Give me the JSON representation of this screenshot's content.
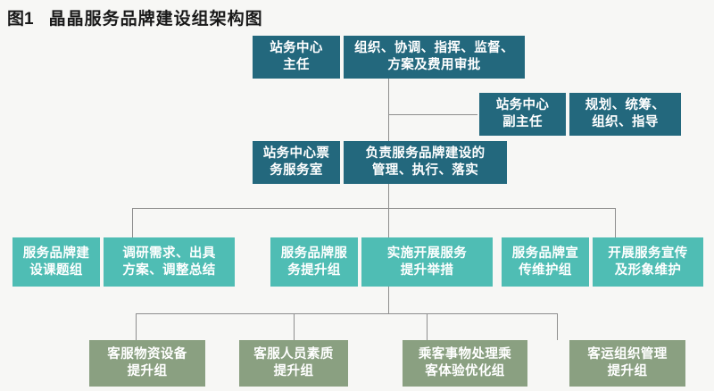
{
  "title": {
    "figure_label": "图1",
    "text": "晶晶服务品牌建设组架构图"
  },
  "colors": {
    "background": "#f7f7f5",
    "level1_dark_teal": "#23687d",
    "level2_light_teal": "#4fbdb4",
    "level3_sage_green": "#8aa081",
    "connector_line": "#8e8e8e",
    "title_text": "#191919",
    "node_text": "#ffffff"
  },
  "chart_data": {
    "type": "org-chart",
    "title": "图1 晶晶服务品牌建设组架构图",
    "levels": [
      {
        "level": 1,
        "color": "#23687d",
        "nodes": [
          {
            "role": "站务中心\n主任",
            "duties": "组织、协调、指挥、监督、\n方案及费用审批"
          }
        ]
      },
      {
        "level": 2,
        "color": "#23687d",
        "nodes": [
          {
            "role": "站务中心\n副主任",
            "duties": "规划、统筹、\n组织、指导"
          }
        ]
      },
      {
        "level": 3,
        "color": "#23687d",
        "nodes": [
          {
            "role": "站务中心票\n务服务室",
            "duties": "负责服务品牌建设的\n管理、执行、落实"
          }
        ]
      },
      {
        "level": 4,
        "color": "#4fbdb4",
        "nodes": [
          {
            "role": "服务品牌建\n设课题组",
            "duties": "调研需求、出具\n方案、调整总结"
          },
          {
            "role": "服务品牌服\n务提升组",
            "duties": "实施开展服务\n提升举措"
          },
          {
            "role": "服务品牌宣\n传维护组",
            "duties": "开展服务宣传\n及形象维护"
          }
        ]
      },
      {
        "level": 5,
        "color": "#8aa081",
        "nodes": [
          {
            "role": "客服物资设备\n提升组"
          },
          {
            "role": "客服人员素质\n提升组"
          },
          {
            "role": "乘客事物处理乘\n客体验优化组"
          },
          {
            "role": "客运组织管理\n提升组"
          }
        ]
      }
    ]
  },
  "nodes": {
    "n1_role_line1": "站务中心",
    "n1_role_line2": "主任",
    "n1_duty_line1": "组织、协调、指挥、监督、",
    "n1_duty_line2": "方案及费用审批",
    "n2_role_line1": "站务中心",
    "n2_role_line2": "副主任",
    "n2_duty_line1": "规划、统筹、",
    "n2_duty_line2": "组织、指导",
    "n3_role_line1": "站务中心票",
    "n3_role_line2": "务服务室",
    "n3_duty_line1": "负责服务品牌建设的",
    "n3_duty_line2": "管理、执行、落实",
    "n4a_role_line1": "服务品牌建",
    "n4a_role_line2": "设课题组",
    "n4a_duty_line1": "调研需求、出具",
    "n4a_duty_line2": "方案、调整总结",
    "n4b_role_line1": "服务品牌服",
    "n4b_role_line2": "务提升组",
    "n4b_duty_line1": "实施开展服务",
    "n4b_duty_line2": "提升举措",
    "n4c_role_line1": "服务品牌宣",
    "n4c_role_line2": "传维护组",
    "n4c_duty_line1": "开展服务宣传",
    "n4c_duty_line2": "及形象维护",
    "n5a_line1": "客服物资设备",
    "n5a_line2": "提升组",
    "n5b_line1": "客服人员素质",
    "n5b_line2": "提升组",
    "n5c_line1": "乘客事物处理乘",
    "n5c_line2": "客体验优化组",
    "n5d_line1": "客运组织管理",
    "n5d_line2": "提升组"
  }
}
